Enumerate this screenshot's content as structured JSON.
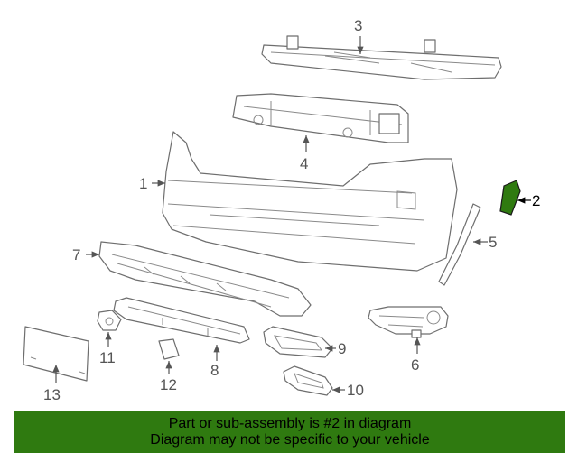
{
  "diagram": {
    "callouts": [
      "1",
      "2",
      "3",
      "4",
      "5",
      "6",
      "7",
      "8",
      "9",
      "10",
      "11",
      "12",
      "13"
    ],
    "highlight_callout": "2",
    "highlight_color": "#2f7a10"
  },
  "banner": {
    "line1": "Part or sub-assembly is #2 in diagram",
    "line2": "Diagram may not be specific to your vehicle",
    "background": "#2f7a10"
  }
}
